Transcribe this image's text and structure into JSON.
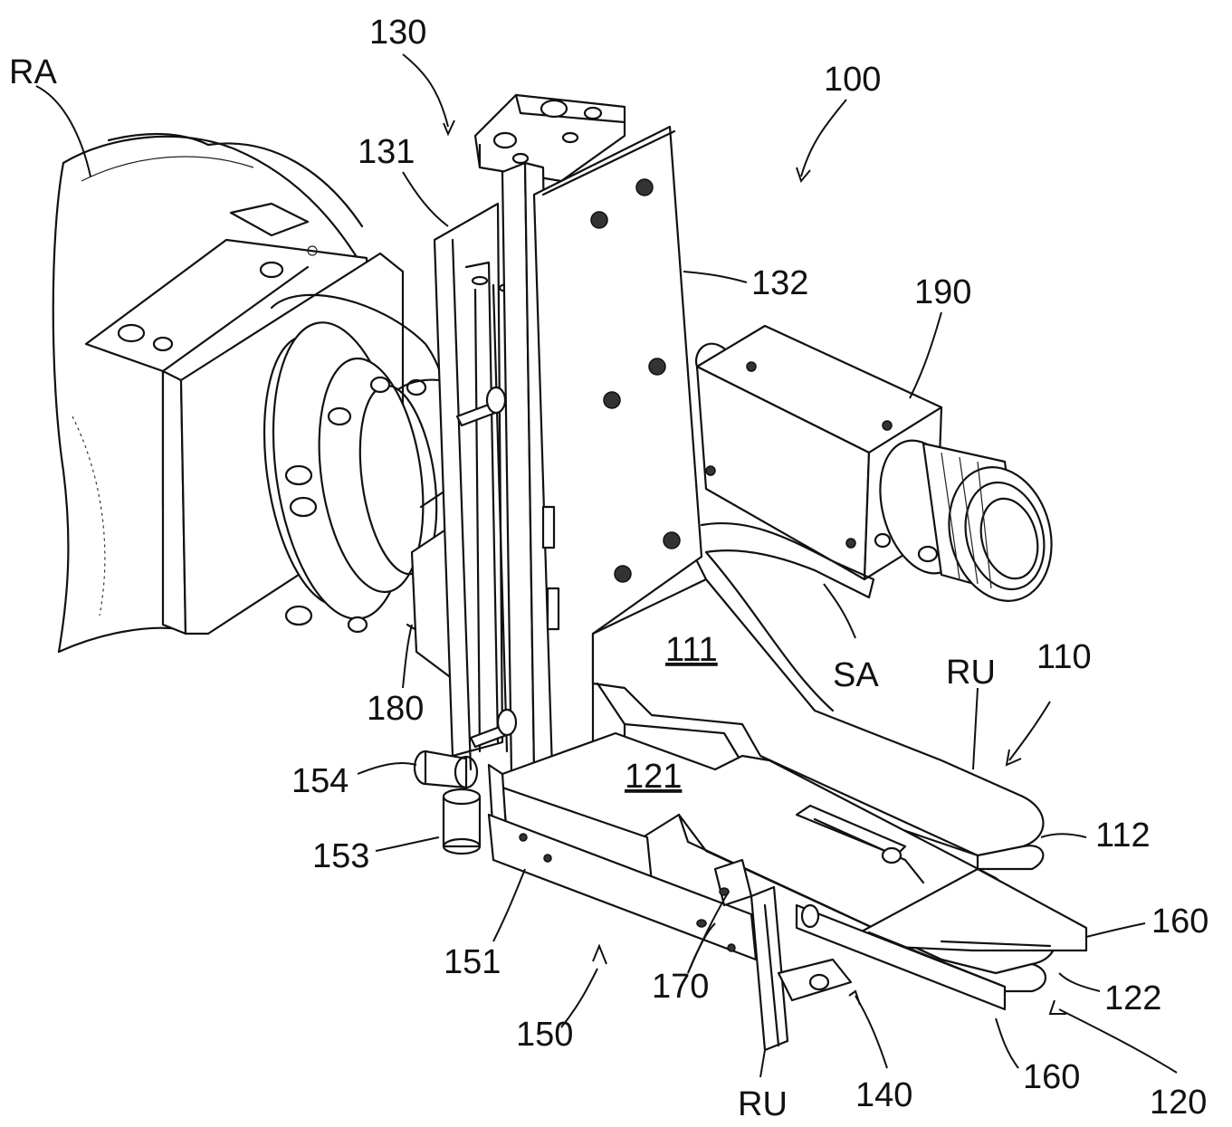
{
  "figure": {
    "labels": {
      "ra": "RA",
      "l100": "100",
      "l110": "110",
      "l111": "111",
      "l112": "112",
      "l120": "120",
      "l121": "121",
      "l122": "122",
      "l130": "130",
      "l131": "131",
      "l132": "132",
      "l140": "140",
      "l150": "150",
      "l151": "151",
      "l153": "153",
      "l154": "154",
      "l160_top": "160",
      "l160_bottom": "160",
      "l170": "170",
      "l180": "180",
      "l190": "190",
      "sa": "SA",
      "ru_top": "RU",
      "ru_bottom": "RU"
    }
  }
}
